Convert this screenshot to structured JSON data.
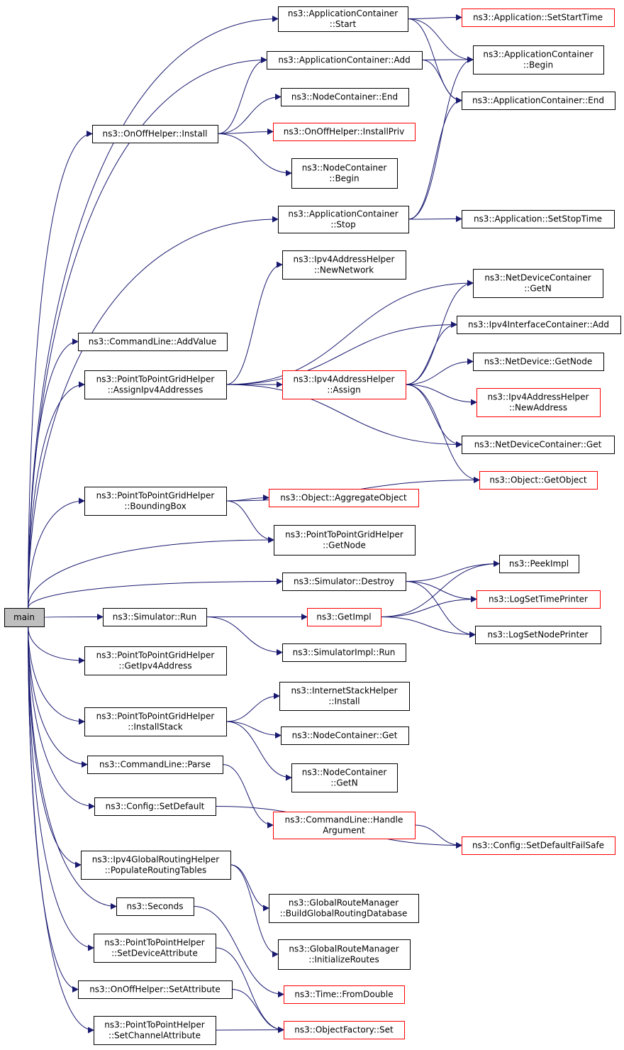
{
  "colors": {
    "edge": "#191970",
    "border": "#000000",
    "border_incomplete": "#ff0000",
    "root_fill": "#bfbfbf"
  },
  "nodes": [
    {
      "id": "main",
      "lines": [
        "main"
      ],
      "root": true
    },
    {
      "id": "app_start",
      "lines": [
        "ns3::ApplicationContainer",
        "::Start"
      ]
    },
    {
      "id": "app_setstart",
      "lines": [
        "ns3::Application::SetStartTime"
      ],
      "red": true
    },
    {
      "id": "app_add",
      "lines": [
        "ns3::ApplicationContainer::Add"
      ]
    },
    {
      "id": "app_begin",
      "lines": [
        "ns3::ApplicationContainer",
        "::Begin"
      ]
    },
    {
      "id": "node_end",
      "lines": [
        "ns3::NodeContainer::End"
      ]
    },
    {
      "id": "app_end",
      "lines": [
        "ns3::ApplicationContainer::End"
      ]
    },
    {
      "id": "onoff_install",
      "lines": [
        "ns3::OnOffHelper::Install"
      ]
    },
    {
      "id": "onoff_installpriv",
      "lines": [
        "ns3::OnOffHelper::InstallPriv"
      ],
      "red": true
    },
    {
      "id": "node_begin",
      "lines": [
        "ns3::NodeContainer",
        "::Begin"
      ]
    },
    {
      "id": "app_stop",
      "lines": [
        "ns3::ApplicationContainer",
        "::Stop"
      ]
    },
    {
      "id": "app_setstop",
      "lines": [
        "ns3::Application::SetStopTime"
      ]
    },
    {
      "id": "ipv4_newnetwork",
      "lines": [
        "ns3::Ipv4AddressHelper",
        "::NewNetwork"
      ]
    },
    {
      "id": "ndc_getn",
      "lines": [
        "ns3::NetDeviceContainer",
        "::GetN"
      ]
    },
    {
      "id": "cmd_addvalue",
      "lines": [
        "ns3::CommandLine::AddValue"
      ]
    },
    {
      "id": "ipv4ic_add",
      "lines": [
        "ns3::Ipv4InterfaceContainer::Add"
      ]
    },
    {
      "id": "p2pgrid_assign",
      "lines": [
        "ns3::PointToPointGridHelper",
        "::AssignIpv4Addresses"
      ]
    },
    {
      "id": "ipv4_assign",
      "lines": [
        "ns3::Ipv4AddressHelper",
        "::Assign"
      ],
      "red": true
    },
    {
      "id": "nd_getnode",
      "lines": [
        "ns3::NetDevice::GetNode"
      ]
    },
    {
      "id": "ipv4_newaddress",
      "lines": [
        "ns3::Ipv4AddressHelper",
        "::NewAddress"
      ],
      "red": true
    },
    {
      "id": "ndc_get",
      "lines": [
        "ns3::NetDeviceContainer::Get"
      ]
    },
    {
      "id": "obj_getobject",
      "lines": [
        "ns3::Object::GetObject"
      ],
      "red": true
    },
    {
      "id": "p2pgrid_bbox",
      "lines": [
        "ns3::PointToPointGridHelper",
        "::BoundingBox"
      ]
    },
    {
      "id": "obj_aggregate",
      "lines": [
        "ns3::Object::AggregateObject"
      ],
      "red": true
    },
    {
      "id": "p2pgrid_getnode",
      "lines": [
        "ns3::PointToPointGridHelper",
        "::GetNode"
      ]
    },
    {
      "id": "peekimpl",
      "lines": [
        "ns3::PeekImpl"
      ]
    },
    {
      "id": "sim_destroy",
      "lines": [
        "ns3::Simulator::Destroy"
      ]
    },
    {
      "id": "logsettime",
      "lines": [
        "ns3::LogSetTimePrinter"
      ],
      "red": true
    },
    {
      "id": "sim_run",
      "lines": [
        "ns3::Simulator::Run"
      ]
    },
    {
      "id": "getimpl",
      "lines": [
        "ns3::GetImpl"
      ],
      "red": true
    },
    {
      "id": "logsetnode",
      "lines": [
        "ns3::LogSetNodePrinter"
      ]
    },
    {
      "id": "p2pgrid_getipv4",
      "lines": [
        "ns3::PointToPointGridHelper",
        "::GetIpv4Address"
      ]
    },
    {
      "id": "simimpl_run",
      "lines": [
        "ns3::SimulatorImpl::Run"
      ]
    },
    {
      "id": "inet_install",
      "lines": [
        "ns3::InternetStackHelper",
        "::Install"
      ]
    },
    {
      "id": "p2pgrid_installstack",
      "lines": [
        "ns3::PointToPointGridHelper",
        "::InstallStack"
      ]
    },
    {
      "id": "node_get",
      "lines": [
        "ns3::NodeContainer::Get"
      ]
    },
    {
      "id": "cmd_parse",
      "lines": [
        "ns3::CommandLine::Parse"
      ]
    },
    {
      "id": "node_getn",
      "lines": [
        "ns3::NodeContainer",
        "::GetN"
      ]
    },
    {
      "id": "cmd_handlearg",
      "lines": [
        "ns3::CommandLine::Handle",
        "Argument"
      ],
      "red": true
    },
    {
      "id": "cfg_setdefault",
      "lines": [
        "ns3::Config::SetDefault"
      ]
    },
    {
      "id": "cfg_failsafe",
      "lines": [
        "ns3::Config::SetDefaultFailSafe"
      ],
      "red": true
    },
    {
      "id": "ipv4gr_populate",
      "lines": [
        "ns3::Ipv4GlobalRoutingHelper",
        "::PopulateRoutingTables"
      ]
    },
    {
      "id": "grm_build",
      "lines": [
        "ns3::GlobalRouteManager",
        "::BuildGlobalRoutingDatabase"
      ]
    },
    {
      "id": "seconds",
      "lines": [
        "ns3::Seconds"
      ]
    },
    {
      "id": "grm_init",
      "lines": [
        "ns3::GlobalRouteManager",
        "::InitializeRoutes"
      ]
    },
    {
      "id": "p2p_setdevattr",
      "lines": [
        "ns3::PointToPointHelper",
        "::SetDeviceAttribute"
      ]
    },
    {
      "id": "time_fromdouble",
      "lines": [
        "ns3::Time::FromDouble"
      ],
      "red": true
    },
    {
      "id": "onoff_setattr",
      "lines": [
        "ns3::OnOffHelper::SetAttribute"
      ]
    },
    {
      "id": "objfactory_set",
      "lines": [
        "ns3::ObjectFactory::Set"
      ],
      "red": true
    },
    {
      "id": "p2p_setchanattr",
      "lines": [
        "ns3::PointToPointHelper",
        "::SetChannelAttribute"
      ]
    }
  ],
  "edges": [
    [
      "main",
      "app_start"
    ],
    [
      "main",
      "app_add"
    ],
    [
      "main",
      "onoff_install"
    ],
    [
      "main",
      "app_stop"
    ],
    [
      "main",
      "cmd_addvalue"
    ],
    [
      "main",
      "p2pgrid_assign"
    ],
    [
      "main",
      "p2pgrid_bbox"
    ],
    [
      "main",
      "p2pgrid_getnode"
    ],
    [
      "main",
      "sim_destroy"
    ],
    [
      "main",
      "sim_run"
    ],
    [
      "main",
      "p2pgrid_getipv4"
    ],
    [
      "main",
      "p2pgrid_installstack"
    ],
    [
      "main",
      "cmd_parse"
    ],
    [
      "main",
      "cfg_setdefault"
    ],
    [
      "main",
      "ipv4gr_populate"
    ],
    [
      "main",
      "seconds"
    ],
    [
      "main",
      "p2p_setdevattr"
    ],
    [
      "main",
      "onoff_setattr"
    ],
    [
      "main",
      "p2p_setchanattr"
    ],
    [
      "app_start",
      "app_setstart"
    ],
    [
      "app_start",
      "app_begin"
    ],
    [
      "app_start",
      "app_end"
    ],
    [
      "app_add",
      "app_begin"
    ],
    [
      "app_add",
      "app_end"
    ],
    [
      "onoff_install",
      "app_add"
    ],
    [
      "onoff_install",
      "node_end"
    ],
    [
      "onoff_install",
      "onoff_installpriv"
    ],
    [
      "onoff_install",
      "node_begin"
    ],
    [
      "app_stop",
      "app_begin"
    ],
    [
      "app_stop",
      "app_end"
    ],
    [
      "app_stop",
      "app_setstop"
    ],
    [
      "p2pgrid_assign",
      "ipv4_newnetwork"
    ],
    [
      "p2pgrid_assign",
      "ndc_getn"
    ],
    [
      "p2pgrid_assign",
      "ipv4ic_add"
    ],
    [
      "p2pgrid_assign",
      "ipv4_assign"
    ],
    [
      "p2pgrid_assign",
      "ndc_get"
    ],
    [
      "ipv4_assign",
      "ndc_getn"
    ],
    [
      "ipv4_assign",
      "ipv4ic_add"
    ],
    [
      "ipv4_assign",
      "nd_getnode"
    ],
    [
      "ipv4_assign",
      "ipv4_newaddress"
    ],
    [
      "ipv4_assign",
      "ndc_get"
    ],
    [
      "ipv4_assign",
      "obj_getobject"
    ],
    [
      "p2pgrid_bbox",
      "obj_getobject"
    ],
    [
      "p2pgrid_bbox",
      "obj_aggregate"
    ],
    [
      "p2pgrid_bbox",
      "p2pgrid_getnode"
    ],
    [
      "sim_destroy",
      "peekimpl"
    ],
    [
      "sim_destroy",
      "logsettime"
    ],
    [
      "sim_destroy",
      "logsetnode"
    ],
    [
      "sim_run",
      "getimpl"
    ],
    [
      "sim_run",
      "simimpl_run"
    ],
    [
      "getimpl",
      "peekimpl"
    ],
    [
      "getimpl",
      "logsettime"
    ],
    [
      "getimpl",
      "logsetnode"
    ],
    [
      "p2pgrid_installstack",
      "inet_install"
    ],
    [
      "p2pgrid_installstack",
      "node_get"
    ],
    [
      "p2pgrid_installstack",
      "node_getn"
    ],
    [
      "cmd_parse",
      "cmd_handlearg"
    ],
    [
      "cmd_handlearg",
      "cfg_failsafe"
    ],
    [
      "cfg_setdefault",
      "cfg_failsafe"
    ],
    [
      "ipv4gr_populate",
      "grm_build"
    ],
    [
      "ipv4gr_populate",
      "grm_init"
    ],
    [
      "seconds",
      "time_fromdouble"
    ],
    [
      "p2p_setdevattr",
      "objfactory_set"
    ],
    [
      "onoff_setattr",
      "objfactory_set"
    ],
    [
      "p2p_setchanattr",
      "objfactory_set"
    ]
  ]
}
